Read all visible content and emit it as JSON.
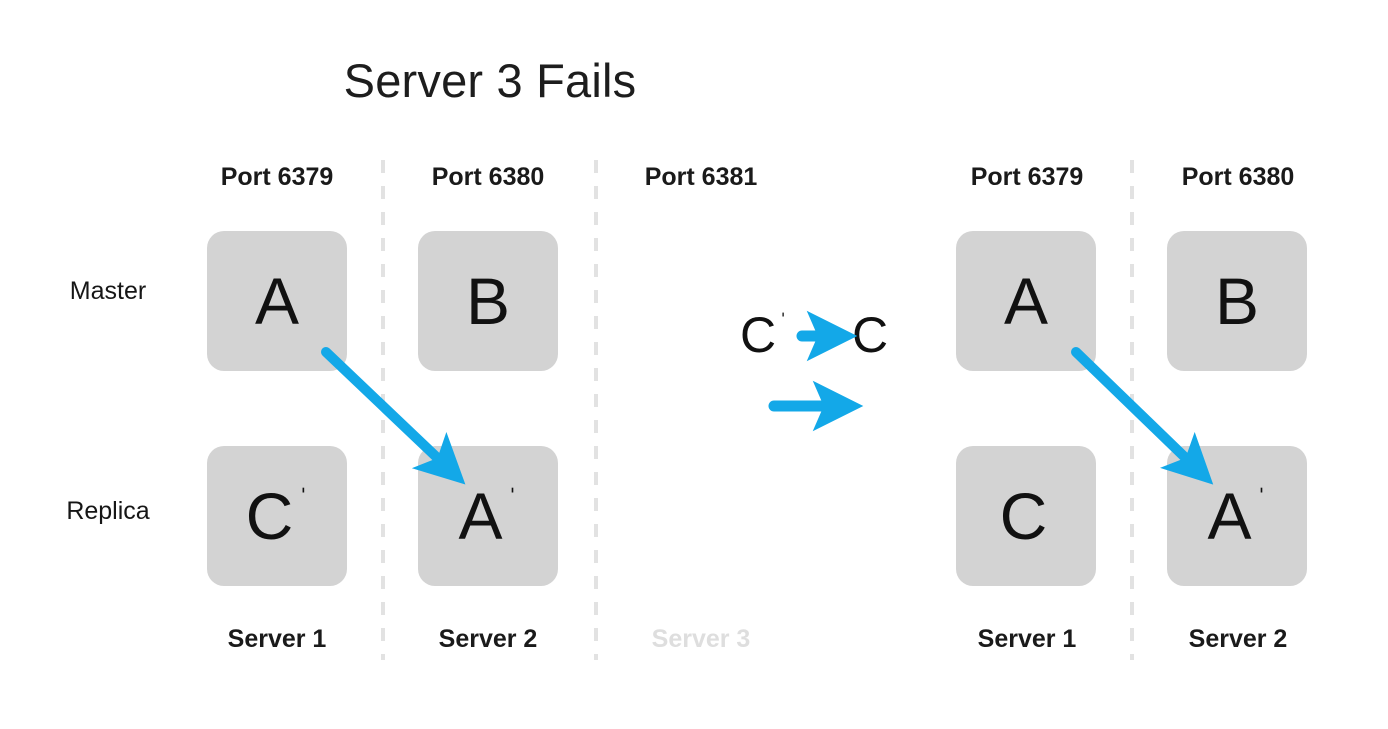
{
  "title": "Server 3 Fails",
  "colors": {
    "accent_blue": "#13a8e8",
    "node_fill": "#d3d3d3",
    "text": "#111111",
    "faded_text": "#dedede",
    "divider": "#e2e2e2"
  },
  "row_labels": {
    "master": "Master",
    "replica": "Replica"
  },
  "before": {
    "columns": [
      {
        "port": "Port 6379",
        "server": "Server 1",
        "failed": false,
        "master": {
          "label": "A",
          "prime": ""
        },
        "replica": {
          "label": "C",
          "prime": "ˈ"
        }
      },
      {
        "port": "Port 6380",
        "server": "Server 2",
        "failed": false,
        "master": {
          "label": "B",
          "prime": ""
        },
        "replica": {
          "label": "A",
          "prime": "ˈ"
        }
      },
      {
        "port": "Port 6381",
        "server": "Server 3",
        "failed": true,
        "master": null,
        "replica": null
      }
    ]
  },
  "after": {
    "columns": [
      {
        "port": "Port 6379",
        "server": "Server 1",
        "failed": false,
        "master": {
          "label": "A",
          "prime": ""
        },
        "replica": {
          "label": "C",
          "prime": ""
        }
      },
      {
        "port": "Port 6380",
        "server": "Server 2",
        "failed": false,
        "master": {
          "label": "B",
          "prime": ""
        },
        "replica": {
          "label": "A",
          "prime": "ˈ"
        }
      }
    ]
  },
  "transition": {
    "from_label": "C",
    "from_prime": "ˈ",
    "to_label": "C",
    "arrow_icon": "right-arrow-icon",
    "flow_arrow_icon": "right-arrow-icon"
  },
  "replication_arrows": [
    {
      "name": "replication-arrow-before",
      "from": "A",
      "to": "Aˈ"
    },
    {
      "name": "replication-arrow-after",
      "from": "A",
      "to": "Aˈ"
    }
  ]
}
